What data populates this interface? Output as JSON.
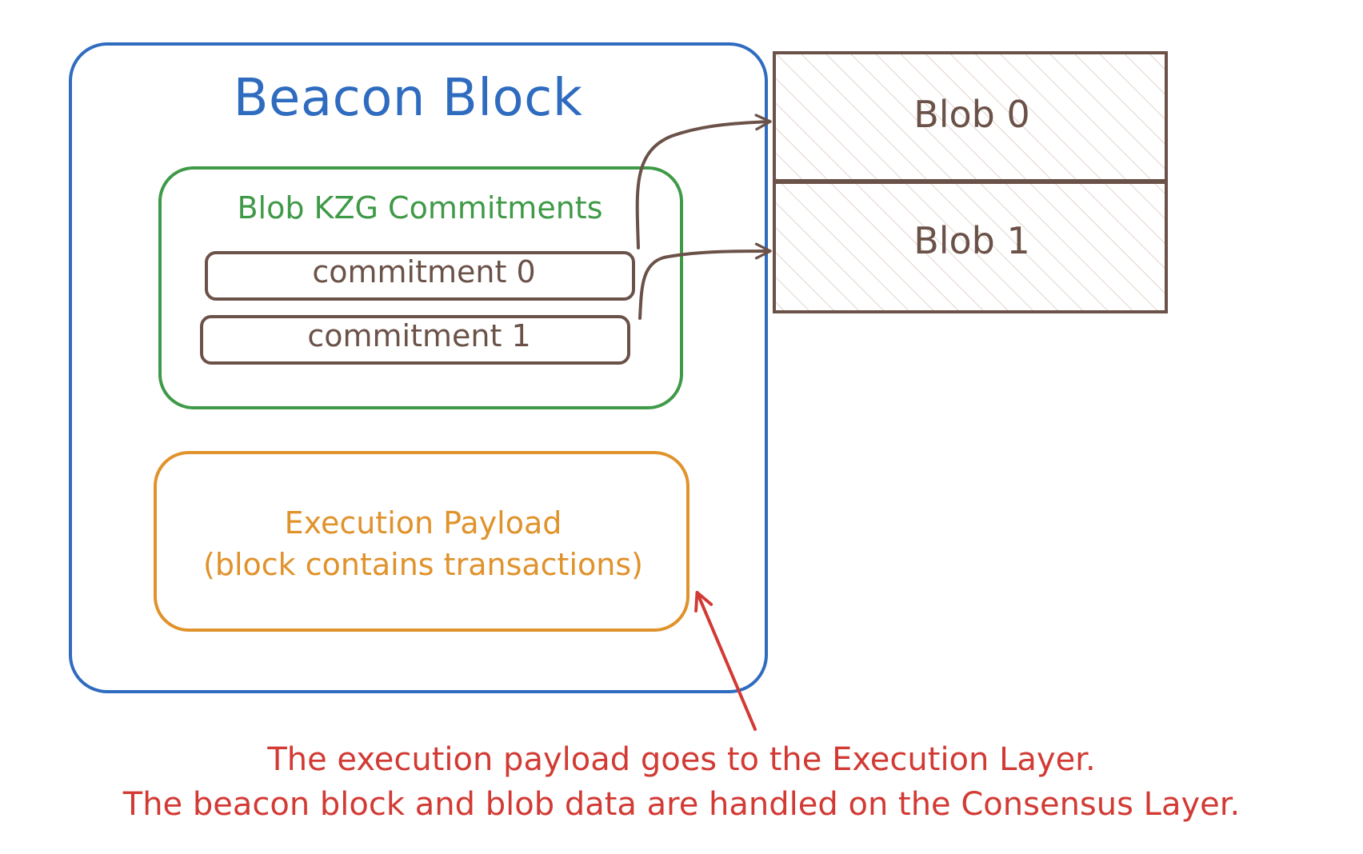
{
  "title": "Beacon Block",
  "kzg": {
    "title": "Blob KZG Commitments",
    "commitments": [
      "commitment 0",
      "commitment 1"
    ]
  },
  "execution": {
    "line1": "Execution Payload",
    "line2": "(block contains transactions)"
  },
  "blobs": [
    "Blob 0",
    "Blob 1"
  ],
  "note": {
    "line1": "The execution payload goes to the Execution Layer.",
    "line2": "The beacon block and blob data are handled on the Consensus Layer."
  },
  "colors": {
    "beacon": "#2f6cbf",
    "kzg": "#3f9a48",
    "commitment": "#6b5248",
    "execution": "#e0922b",
    "note": "#d23a34"
  }
}
